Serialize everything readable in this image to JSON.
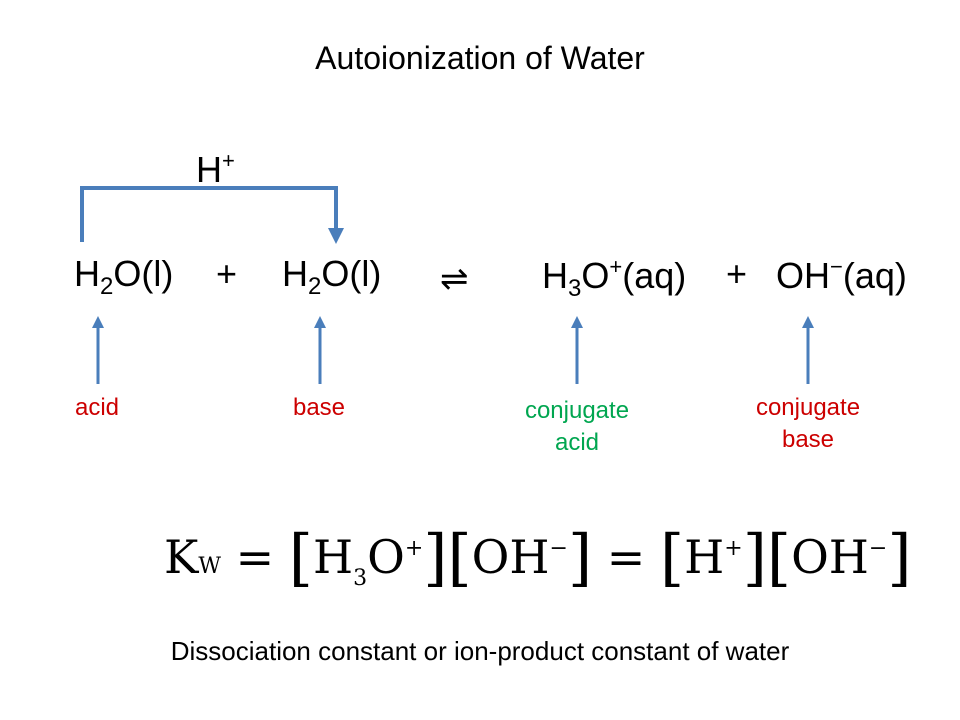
{
  "title": "Autoionization of Water",
  "proton_label": "H+",
  "equation": {
    "reactant1": {
      "base": "H",
      "sub": "2",
      "rest": "O(l)"
    },
    "plus1": "+",
    "reactant2": {
      "base": "H",
      "sub": "2",
      "rest": "O(l)"
    },
    "equilibrium": "⇌",
    "product1": {
      "base": "H",
      "sub": "3",
      "mid": "O",
      "sup": "+",
      "rest": "(aq)"
    },
    "plus2": "+",
    "product2": {
      "base": "OH",
      "sup": "−",
      "rest": "(aq)"
    }
  },
  "labels": {
    "acid": "acid",
    "base": "base",
    "conjugate_acid_line1": "conjugate",
    "conjugate_acid_line2": "acid",
    "conjugate_base_line1": "conjugate",
    "conjugate_base_line2": "base"
  },
  "colors": {
    "arrow": "#4a7ebb",
    "acid": "#cc0000",
    "base": "#cc0000",
    "conjugate_acid": "#00a650",
    "conjugate_base": "#cc0000"
  },
  "kw_equation": {
    "k": "K",
    "k_sub": "W",
    "eq1": "=",
    "t1_base": "H",
    "t1_sub": "3",
    "t1_mid": "O",
    "t1_sup": "+",
    "t2_base": "OH",
    "t2_sup": "−",
    "eq2": "=",
    "t3_base": "H",
    "t3_sup": "+",
    "t4_base": "OH",
    "t4_sup": "−"
  },
  "footer": "Dissociation constant or ion-product constant of water"
}
